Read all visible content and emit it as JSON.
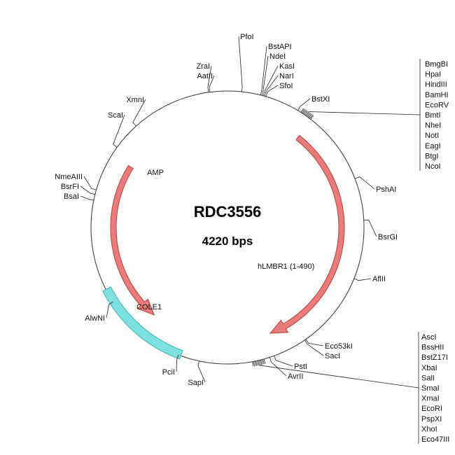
{
  "plasmid": {
    "name": "RDC3556",
    "size_label": "4220 bps",
    "length_bp": 4220
  },
  "colors": {
    "arrow_fill": "#e87c7c",
    "arrow_stroke": "#c23b3b",
    "cole1_fill": "#7fe0e0",
    "cole1_stroke": "#3bb5b5",
    "backbone": "#333333"
  },
  "features": [
    {
      "name": "AMP",
      "type": "arrow",
      "start_deg": 302,
      "end_deg": 220,
      "direction": "ccw"
    },
    {
      "name": "hLMBR1 (1-490)",
      "type": "arrow",
      "start_deg": 38,
      "end_deg": 158,
      "direction": "cw"
    },
    {
      "name": "COLE1",
      "type": "region",
      "start_deg": 200,
      "end_deg": 243
    }
  ],
  "sites": [
    {
      "name": "PfoI",
      "angle": 6
    },
    {
      "name": "BstAPI",
      "angle": 14
    },
    {
      "name": "NdeI",
      "angle": 14.6
    },
    {
      "name": "KasI",
      "angle": 15.2
    },
    {
      "name": "NarI",
      "angle": 15.8
    },
    {
      "name": "SfoI",
      "angle": 16.4
    },
    {
      "name": "BstXI",
      "angle": 31
    },
    {
      "name": "ZraI",
      "angle": 352
    },
    {
      "name": "AatII",
      "angle": 352.6
    },
    {
      "name": "XmnI",
      "angle": 318
    },
    {
      "name": "ScaI",
      "angle": 306
    },
    {
      "name": "NmeAIII",
      "angle": 286
    },
    {
      "name": "BsrFI",
      "angle": 284
    },
    {
      "name": "BsaI",
      "angle": 281.5
    },
    {
      "name": "PshAI",
      "angle": 69
    },
    {
      "name": "BsrGI",
      "angle": 87
    },
    {
      "name": "AflII",
      "angle": 112
    },
    {
      "name": "Eco53kI",
      "angle": 145
    },
    {
      "name": "SacI",
      "angle": 145.6
    },
    {
      "name": "PstI",
      "angle": 160
    },
    {
      "name": "AvrII",
      "angle": 162
    },
    {
      "name": "SapI",
      "angle": 192
    },
    {
      "name": "PciI",
      "angle": 201
    },
    {
      "name": "AlwNI",
      "angle": 237
    }
  ],
  "cluster_top_right": {
    "anchor_angle": 35,
    "names": [
      "BmgBI",
      "HpaI",
      "HindIII",
      "BamHI",
      "EcoRV",
      "BmtI",
      "NheI",
      "NotI",
      "EagI",
      "BtgI",
      "NcoI"
    ]
  },
  "cluster_bottom_right": {
    "anchor_angle": 167,
    "names": [
      "AscI",
      "BssHII",
      "BstZ17I",
      "XbaI",
      "SalI",
      "SmaI",
      "XmaI",
      "EcoRI",
      "PspXI",
      "XhoI",
      "Eco47III"
    ]
  }
}
